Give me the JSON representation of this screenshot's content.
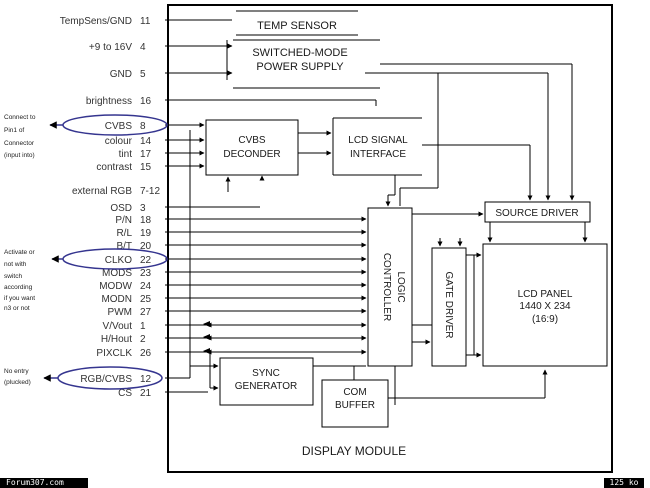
{
  "pins": [
    {
      "name": "TempSens/GND",
      "num": "11"
    },
    {
      "name": "+9 to 16V",
      "num": "4"
    },
    {
      "name": "GND",
      "num": "5"
    },
    {
      "name": "brightness",
      "num": "16"
    },
    {
      "name": "CVBS",
      "num": "8"
    },
    {
      "name": "colour",
      "num": "14"
    },
    {
      "name": "tint",
      "num": "17"
    },
    {
      "name": "contrast",
      "num": "15"
    },
    {
      "name": "external RGB",
      "num": "7-12"
    },
    {
      "name": "OSD",
      "num": "3"
    },
    {
      "name": "P/N",
      "num": "18"
    },
    {
      "name": "R/L",
      "num": "19"
    },
    {
      "name": "B/T",
      "num": "20"
    },
    {
      "name": "CLKO",
      "num": "22"
    },
    {
      "name": "MODS",
      "num": "23"
    },
    {
      "name": "MODW",
      "num": "24"
    },
    {
      "name": "MODN",
      "num": "25"
    },
    {
      "name": "PWM",
      "num": "27"
    },
    {
      "name": "V/Vout",
      "num": "1"
    },
    {
      "name": "H/Hout",
      "num": "2"
    },
    {
      "name": "PIXCLK",
      "num": "26"
    },
    {
      "name": "RGB/CVBS",
      "num": "12"
    },
    {
      "name": "CS",
      "num": "21"
    }
  ],
  "blocks": {
    "temp_sensor": "TEMP SENSOR",
    "psu": [
      "SWITCHED-MODE",
      "POWER SUPPLY"
    ],
    "cvbs_decoder": [
      "CVBS",
      "DECONDER"
    ],
    "lcd_signal": [
      "LCD SIGNAL",
      "INTERFACE"
    ],
    "logic": [
      "LOGIC",
      "CONTROLLER"
    ],
    "gate_driver": [
      "GATE DRIVER"
    ],
    "source_driver": "SOURCE DRIVER",
    "lcd_panel": [
      "LCD PANEL",
      "1440 X 234",
      "(16:9)"
    ],
    "sync_gen": [
      "SYNC",
      "GENERATOR"
    ],
    "com_buffer": [
      "COM",
      "BUFFER"
    ],
    "module": "DISPLAY MODULE"
  },
  "notes": {
    "cvbs": [
      "Connect to",
      "Pin1 of",
      "Connector",
      "(input into)"
    ],
    "clko": [
      "Activate or",
      "not with",
      "switch",
      "according",
      "if you want",
      "n3 or not"
    ],
    "rgb": [
      "No entry",
      "(plucked)"
    ]
  },
  "footer": {
    "site": "Forum307.com",
    "size": "125 ko"
  }
}
